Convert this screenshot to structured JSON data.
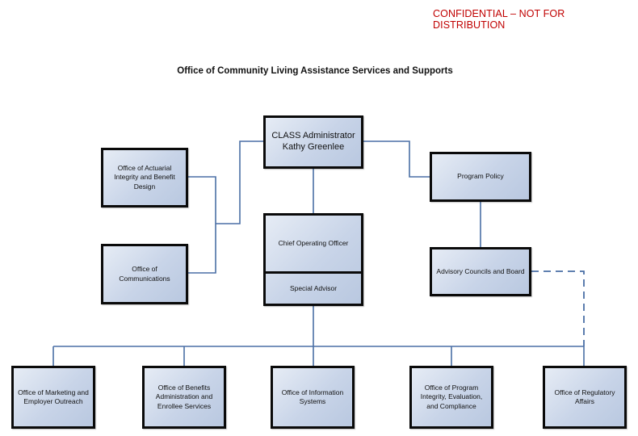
{
  "banner": "CONFIDENTIAL – NOT FOR DISTRIBUTION",
  "title": "Office of Community Living Assistance Services and Supports",
  "colors": {
    "banner": "#c00000",
    "connector": "#4a6fa5",
    "box_border": "#0a0a0a",
    "box_fill": "#c8d4e8"
  },
  "org": {
    "administrator": {
      "line1": "CLASS Administrator",
      "line2": "Kathy Greenlee"
    },
    "actuarial": "Office of Actuarial\nIntegrity and Benefit\nDesign",
    "communications": "Office of\nCommunications",
    "coo": "Chief Operating Officer",
    "special_advisor": "Special Advisor",
    "program_policy": "Program Policy",
    "advisory": "Advisory Councils and Board",
    "offices": [
      "Office of Marketing and\nEmployer Outreach",
      "Office of Benefits\nAdministration and\nEnrollee Services",
      "Office of Information\nSystems",
      "Office of Program\nIntegrity, Evaluation,\nand Compliance",
      "Office of Regulatory\nAffairs"
    ]
  },
  "connections": [
    {
      "from": "administrator",
      "to": "actuarial",
      "style": "solid"
    },
    {
      "from": "administrator",
      "to": "communications",
      "style": "solid"
    },
    {
      "from": "administrator",
      "to": "program_policy",
      "style": "solid"
    },
    {
      "from": "administrator",
      "to": "coo",
      "style": "solid"
    },
    {
      "from": "program_policy",
      "to": "advisory",
      "style": "solid"
    },
    {
      "from": "coo",
      "to": "offices",
      "style": "solid"
    },
    {
      "from": "advisory",
      "to": "offices.4",
      "style": "dashed"
    }
  ]
}
